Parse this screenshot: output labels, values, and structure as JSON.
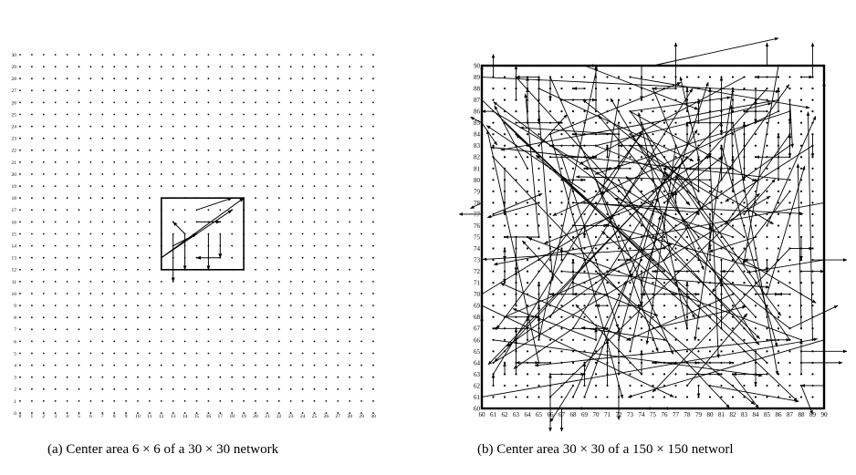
{
  "chart_data": [
    {
      "type": "scatter",
      "subtype": "grid-network-with-routes",
      "caption": "(a) Center area 6 × 6 of a 30 × 30 network",
      "x_ticks": [
        0,
        1,
        2,
        3,
        4,
        5,
        6,
        7,
        8,
        9,
        10,
        11,
        12,
        13,
        14,
        15,
        16,
        17,
        18,
        19,
        20,
        21,
        22,
        23,
        24,
        25,
        26,
        27,
        28,
        29,
        30
      ],
      "y_ticks": [
        0,
        1,
        2,
        3,
        4,
        5,
        6,
        7,
        8,
        9,
        10,
        11,
        12,
        13,
        14,
        15,
        16,
        17,
        18,
        19,
        20,
        21,
        22,
        23,
        24,
        25,
        26,
        27,
        28,
        29,
        30
      ],
      "xlim": [
        0,
        30
      ],
      "ylim": [
        0,
        30
      ],
      "center_area": {
        "x": [
          12,
          19
        ],
        "y": [
          12,
          18
        ]
      },
      "routes": [
        [
          [
            12,
            13
          ],
          [
            19,
            18
          ]
        ],
        [
          [
            12,
            13
          ],
          [
            18,
            17
          ]
        ],
        [
          [
            13,
            15
          ],
          [
            13,
            11
          ]
        ],
        [
          [
            14,
            15
          ],
          [
            14,
            12
          ]
        ],
        [
          [
            13,
            14
          ],
          [
            15,
            15
          ]
        ],
        [
          [
            15,
            16
          ],
          [
            17,
            16
          ]
        ],
        [
          [
            16,
            15
          ],
          [
            16,
            12
          ]
        ],
        [
          [
            17,
            15
          ],
          [
            17,
            13
          ]
        ],
        [
          [
            17,
            13
          ],
          [
            15,
            13
          ]
        ],
        [
          [
            15,
            17
          ],
          [
            18,
            18
          ]
        ],
        [
          [
            14,
            15
          ],
          [
            13,
            16
          ]
        ]
      ],
      "title": "",
      "xlabel": "",
      "ylabel": "",
      "grid": false
    },
    {
      "type": "scatter",
      "subtype": "grid-network-with-routes",
      "caption": "(b) Center area 30 × 30 of a 150 × 150 networl",
      "x_ticks": [
        60,
        61,
        62,
        63,
        64,
        65,
        66,
        67,
        68,
        69,
        70,
        71,
        72,
        73,
        74,
        75,
        76,
        77,
        78,
        79,
        80,
        81,
        82,
        83,
        84,
        85,
        86,
        87,
        88,
        89,
        90
      ],
      "y_ticks": [
        60,
        61,
        62,
        63,
        64,
        65,
        66,
        67,
        68,
        69,
        70,
        71,
        72,
        73,
        74,
        75,
        76,
        77,
        78,
        79,
        80,
        81,
        82,
        83,
        84,
        85,
        86,
        87,
        88,
        89,
        90
      ],
      "xlim": [
        60,
        90
      ],
      "ylim": [
        60,
        90
      ],
      "center_area": {
        "x": [
          60,
          90
        ],
        "y": [
          60,
          90
        ]
      },
      "title": "",
      "xlabel": "",
      "ylabel": "",
      "grid": false
    }
  ]
}
